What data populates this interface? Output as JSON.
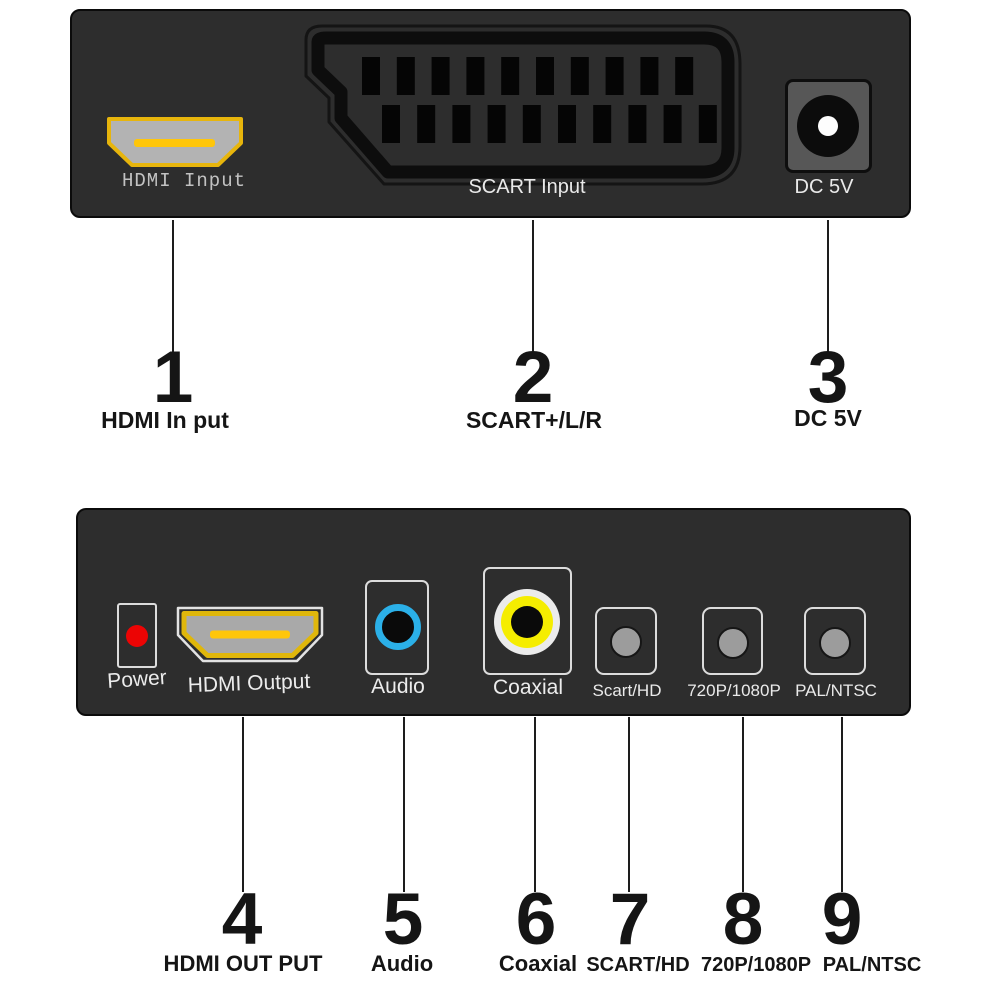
{
  "device": {
    "top_panel": {
      "hdmi_input_label": "HDMI Input",
      "scart_input_label": "SCART Input",
      "dc_label": "DC 5V"
    },
    "bottom_panel": {
      "power_label": "Power",
      "hdmi_output_label": "HDMI Output",
      "audio_label": "Audio",
      "coaxial_label": "Coaxial",
      "scart_hd_label": "Scart/HD",
      "resolution_label": "720P/1080P",
      "pal_ntsc_label": "PAL/NTSC"
    }
  },
  "callouts": [
    {
      "number": "1",
      "label": "HDMI In put"
    },
    {
      "number": "2",
      "label": "SCART+/L/R"
    },
    {
      "number": "3",
      "label": "DC 5V"
    },
    {
      "number": "4",
      "label": "HDMI OUT PUT"
    },
    {
      "number": "5",
      "label": "Audio"
    },
    {
      "number": "6",
      "label": "Coaxial"
    },
    {
      "number": "7",
      "label": "SCART/HD"
    },
    {
      "number": "8",
      "label": "720P/1080P"
    },
    {
      "number": "9",
      "label": "PAL/NTSC"
    }
  ],
  "colors": {
    "panel_bg": "#2d2d2d",
    "hdmi_yellow": "#e7b50c",
    "hdmi_bar_yellow": "#ffc60a",
    "hdmi_gray_fill": "#b3b3b3",
    "audio_cyan": "#2bb0e8",
    "coaxial_yellow": "#f5ed00",
    "power_red": "#ec0404",
    "port_outline_white": "#dcdcdc",
    "dc_jack_gray": "#575757",
    "button_gray": "#9c9c9c"
  },
  "scart_pins": {
    "rows": 2,
    "pins_per_row": 10
  }
}
